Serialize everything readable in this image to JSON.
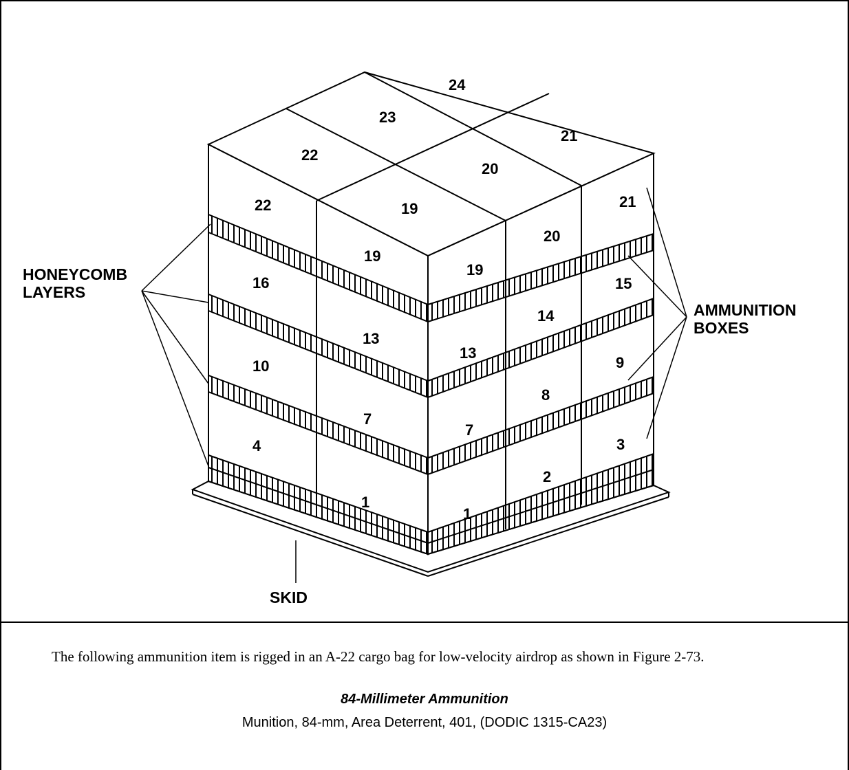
{
  "figure": {
    "box_numbers": [
      "24",
      "23",
      "21",
      "22",
      "20",
      "22",
      "19",
      "21",
      "20",
      "19",
      "19",
      "16",
      "15",
      "14",
      "13",
      "13",
      "10",
      "9",
      "8",
      "7",
      "7",
      "4",
      "3",
      "2",
      "1",
      "1"
    ],
    "callouts": {
      "honeycomb_line1": "HONEYCOMB",
      "honeycomb_line2": "LAYERS",
      "ammunition_line1": "AMMUNITION",
      "ammunition_line2": "BOXES",
      "skid": "SKID"
    }
  },
  "text": {
    "paragraph": "The following ammunition item is rigged in an A-22 cargo bag for low-velocity airdrop as shown in Figure 2-73.",
    "item_title": "84-Millimeter Ammunition",
    "item_line": "Munition, 84-mm, Area Deterrent, 401, (DODIC 1315-CA23)"
  }
}
